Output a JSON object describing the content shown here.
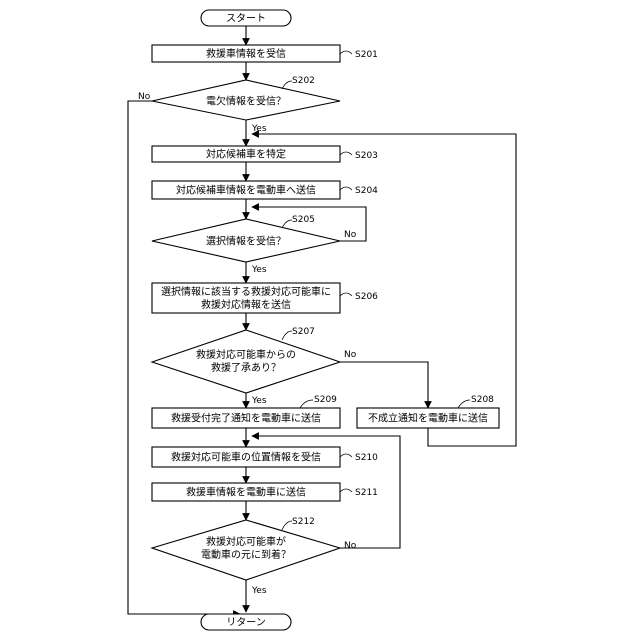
{
  "start": {
    "label": "スタート"
  },
  "end": {
    "label": "リターン"
  },
  "nodes": {
    "s201": {
      "id": "S201",
      "label": "救援車情報を受信"
    },
    "s202": {
      "id": "S202",
      "label": "電欠情報を受信？"
    },
    "s203": {
      "id": "S203",
      "label": "対応候補車を特定"
    },
    "s204": {
      "id": "S204",
      "label": "対応候補車情報を電動車へ送信"
    },
    "s205": {
      "id": "S205",
      "label": "選択情報を受信？"
    },
    "s206": {
      "id": "S206",
      "line1": "選択情報に該当する救援対応可能車に",
      "line2": "救援対応情報を送信"
    },
    "s207": {
      "id": "S207",
      "line1": "救援対応可能車からの",
      "line2": "救援了承あり？"
    },
    "s208": {
      "id": "S208",
      "label": "不成立通知を電動車に送信"
    },
    "s209": {
      "id": "S209",
      "label": "救援受付完了通知を電動車に送信"
    },
    "s210": {
      "id": "S210",
      "label": "救援対応可能車の位置情報を受信"
    },
    "s211": {
      "id": "S211",
      "label": "救援車情報を電動車に送信"
    },
    "s212": {
      "id": "S212",
      "line1": "救援対応可能車が",
      "line2": "電動車の元に到着？"
    }
  },
  "branches": {
    "s202_no": "No",
    "s202_yes": "Yes",
    "s205_no": "No",
    "s205_yes": "Yes",
    "s207_no": "No",
    "s207_yes": "Yes",
    "s212_no": "No",
    "s212_yes": "Yes"
  }
}
